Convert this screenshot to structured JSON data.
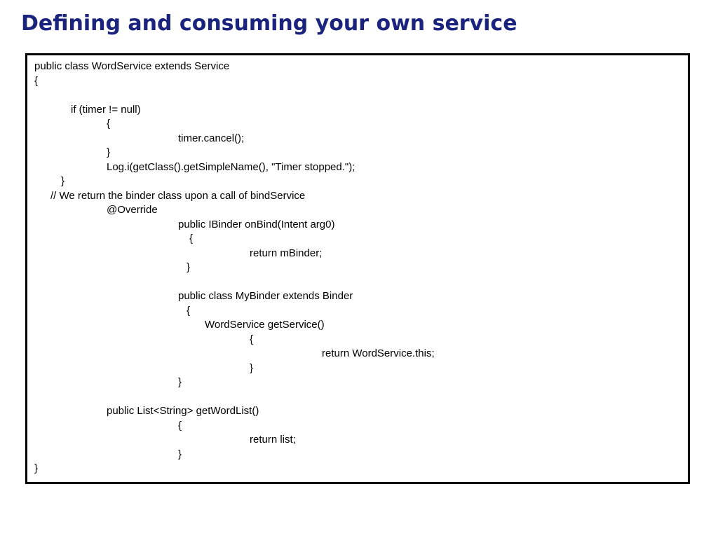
{
  "slide": {
    "title": "Defining and consuming your own service"
  },
  "code": {
    "lines": [
      "public class WordService extends Service",
      "{",
      "",
      "if (timer != null)",
      "{",
      "timer.cancel();",
      "}",
      "Log.i(getClass().getSimpleName(), \"Timer stopped.\");",
      "}",
      "// We return the binder class upon a call of bindService",
      "@Override",
      "public IBinder onBind(Intent arg0)",
      "{",
      "return mBinder;",
      "}",
      "",
      "public class MyBinder extends Binder",
      "{",
      "WordService getService()",
      "{",
      "return WordService.this;",
      "}",
      "}",
      "",
      "public List<String> getWordList()",
      "{",
      "return list;",
      "}",
      "}"
    ]
  }
}
